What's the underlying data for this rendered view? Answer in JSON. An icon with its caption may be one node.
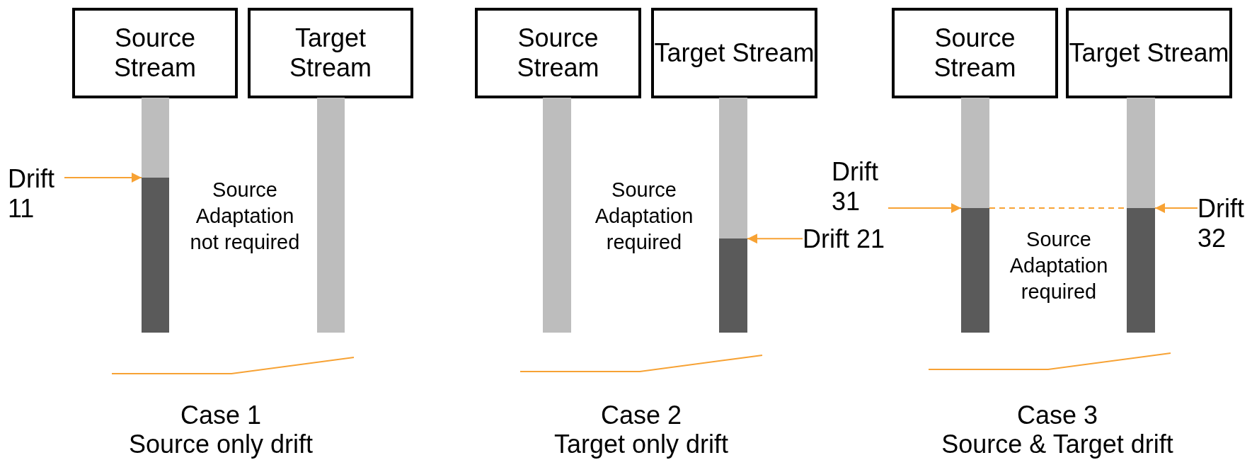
{
  "diagram": {
    "nodes": [
      {
        "text": [
          "Source Stream"
        ]
      },
      {
        "text": [
          "Target Stream"
        ]
      },
      {
        "text": [],
        "shape": "bar"
      },
      {
        "text": [],
        "shape": "bar"
      },
      {
        "text": [
          "Drift 11"
        ]
      },
      {
        "text": [
          "Source Stream"
        ]
      },
      {
        "text": [
          "Target Stream"
        ]
      },
      {
        "text": [],
        "shape": "bar"
      },
      {
        "text": [],
        "shape": "bar"
      },
      {
        "text": [
          "Drift 21"
        ]
      },
      {
        "text": [
          "Source Stream"
        ]
      },
      {
        "text": [
          "Target Stream"
        ]
      },
      {
        "text": [],
        "shape": "bar"
      },
      {
        "text": [],
        "shape": "bar"
      },
      {
        "text": [
          "Drift 31"
        ]
      },
      {
        "text": [
          "Drift 32"
        ]
      }
    ],
    "edges": [
      {
        "from": 4,
        "to": 2,
        "arrow": "to"
      },
      {
        "from": 9,
        "to": 8,
        "arrow": "to"
      },
      {
        "from": 14,
        "to": 12,
        "arrow": "to"
      },
      {
        "from": 15,
        "to": 13,
        "arrow": "to"
      },
      {
        "from": 12,
        "to": 13,
        "arrow": "none",
        "style": "dashed"
      }
    ],
    "labels": [
      "Source Adaptation not required",
      "Case 1",
      "Source only drift",
      "Source Adaptation required",
      "Case 2",
      "Target only drift",
      "Source Adaptation required",
      "Case 3",
      "Source & Target drift"
    ]
  }
}
